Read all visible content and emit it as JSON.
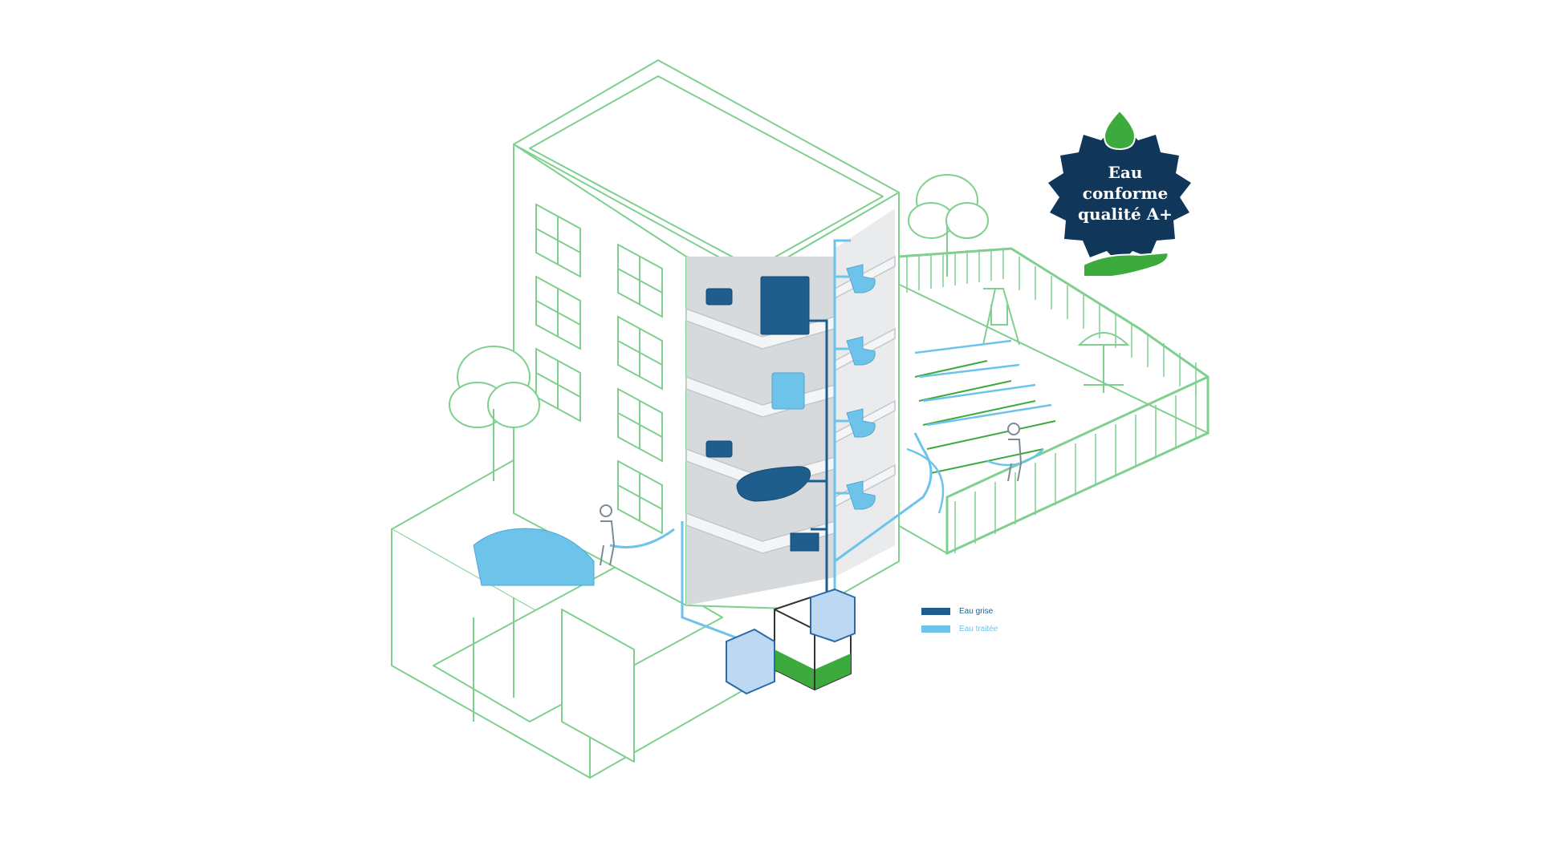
{
  "colors": {
    "outline": "#7fd08f",
    "building_fill": "#f3f4f5",
    "interior": "#cfd3d6",
    "grey_water": "#1f5e8c",
    "treated_water": "#6ec3ea",
    "badge": "#10365a",
    "badge_green": "#3caa3c"
  },
  "badge": {
    "line1": "Eau",
    "line2": "conforme",
    "line3": "qualité A+",
    "icons": [
      "water-drop-icon",
      "hand-icon"
    ]
  },
  "legend": {
    "items": [
      {
        "label": "Eau grise",
        "color": "#1f5e8c"
      },
      {
        "label": "Eau traitée",
        "color": "#6ec3ea"
      }
    ]
  }
}
